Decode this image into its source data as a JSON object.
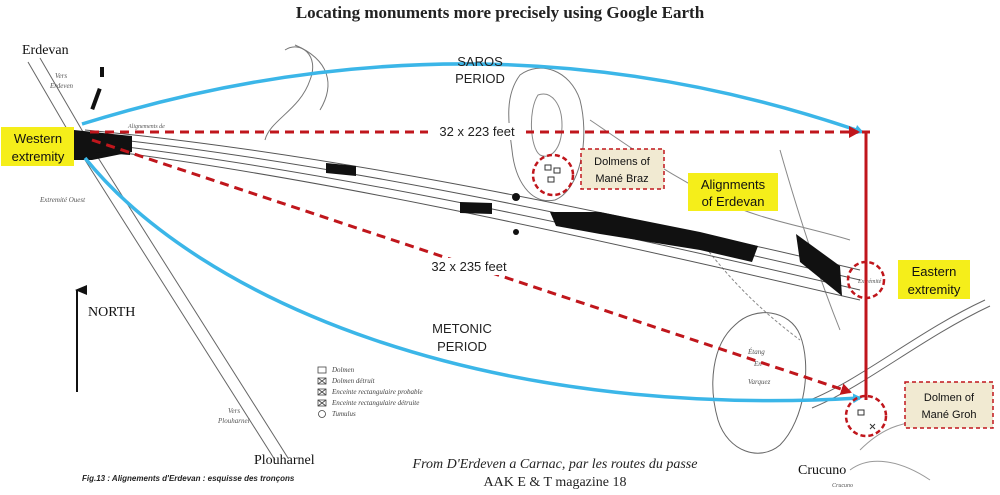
{
  "title": "Locating monuments more precisely using Google Earth",
  "places": {
    "erdevan": "Erdevan",
    "plouharnel": "Plouharnel",
    "crucuno": "Crucuno",
    "north": "NORTH"
  },
  "arcs": {
    "saros_line1": "SAROS",
    "saros_line2": "PERIOD",
    "metonic_line1": "METONIC",
    "metonic_line2": "PERIOD"
  },
  "distances": {
    "upper": "32 x 223 feet",
    "lower": "32 x 235 feet"
  },
  "labels": {
    "western_line1": "Western",
    "western_line2": "extremity",
    "eastern_line1": "Eastern",
    "eastern_line2": "extremity",
    "alignments_line1": "Alignments",
    "alignments_line2": "of Erdevan",
    "mane_braz_line1": "Dolmens of",
    "mane_braz_line2": "Mané Braz",
    "mane_groh_line1": "Dolmen of",
    "mane_groh_line2": "Mané Groh"
  },
  "sketch_text": {
    "vers_erdeven_1": "Vers",
    "vers_erdeven_2": "Erdeven",
    "alignements_de": "Alignements de",
    "extremite_ouest": "Extremité Ouest",
    "vers_plouharnel_1": "Vers",
    "vers_plouharnel_2": "Plouharnel",
    "extremite_east": "Extrémité",
    "etang_1": "Étang",
    "etang_2": "En",
    "etang_3": "Varquez",
    "crucuno_small": "Crucuno"
  },
  "legend": [
    {
      "symbol": "dolmen",
      "text": "Dolmen"
    },
    {
      "symbol": "dolmen-detruit",
      "text": "Dolmen détruit"
    },
    {
      "symbol": "enceinte",
      "text": "Enceinte rectangulaire probable"
    },
    {
      "symbol": "enceinte-detruite",
      "text": "Enceinte rectangulaire détruite"
    },
    {
      "symbol": "tumulus",
      "text": "Tumulus"
    }
  ],
  "caption": {
    "figure": "Fig.13 : Alignements d'Erdevan : esquisse des tronçons",
    "source_line1": "From D'Erdeven a Carnac, par les routes du passe",
    "source_line2": "AAK E & T magazine 18"
  },
  "colors": {
    "arc_blue": "#3bb6e8",
    "dash_red": "#c0161c",
    "highlight_yellow": "#f5ee1a",
    "box_fill": "#f1ead2",
    "sketch": "#555555",
    "stone": "#111111"
  }
}
